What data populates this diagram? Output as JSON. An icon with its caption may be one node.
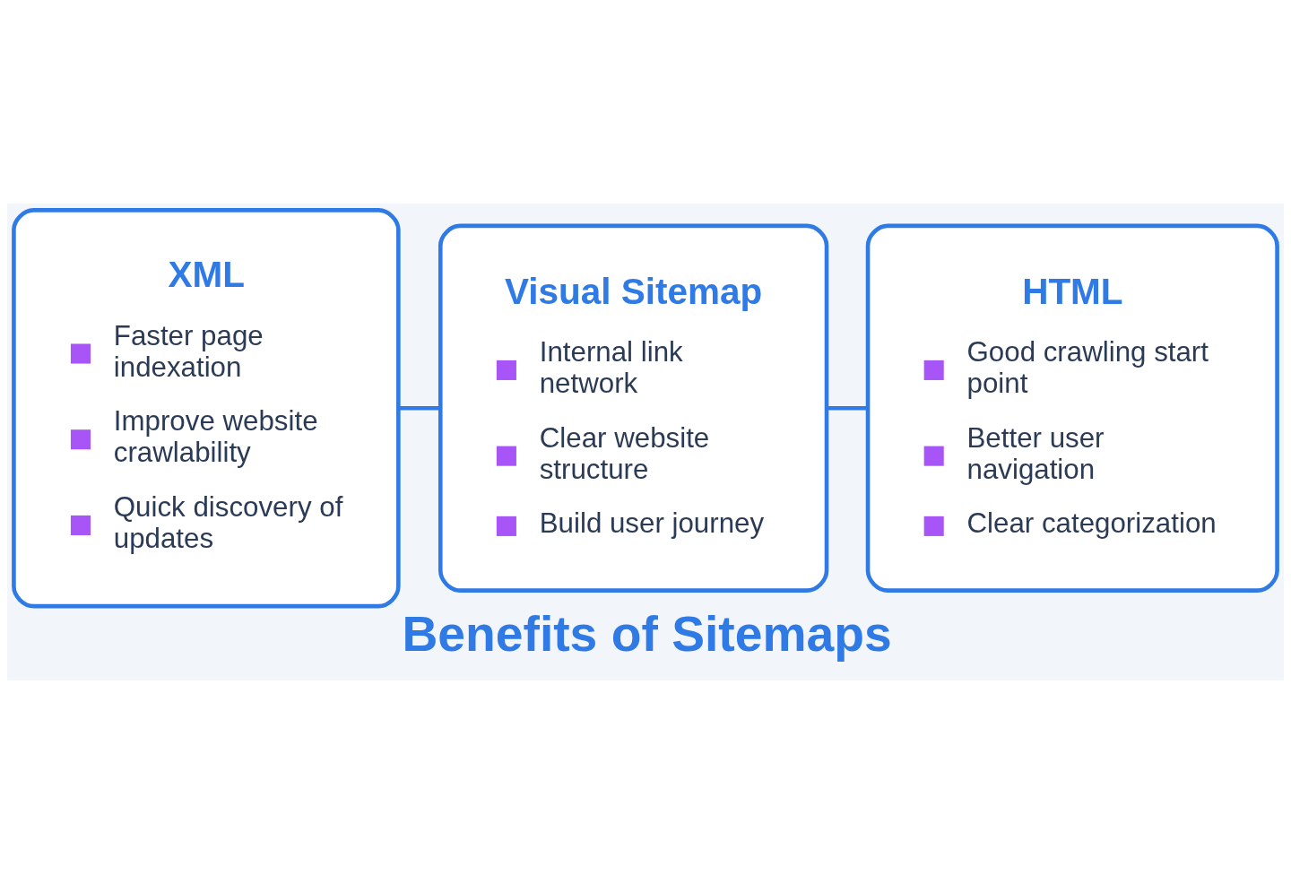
{
  "diagram": {
    "title": "Benefits of Sitemaps",
    "nodes": [
      {
        "text": [
          "XML",
          "Faster page indexation",
          "Improve website crawlability",
          "Quick discovery of updates"
        ]
      },
      {
        "text": [
          "Visual Sitemap",
          "Internal link network",
          "Clear website structure",
          "Build user journey"
        ]
      },
      {
        "text": [
          "HTML",
          "Good crawling start point",
          "Better user navigation",
          "Clear categorization"
        ]
      }
    ],
    "edges": [
      {
        "from": 0,
        "to": 1,
        "arrow": "none"
      },
      {
        "from": 1,
        "to": 2,
        "arrow": "none"
      }
    ]
  }
}
